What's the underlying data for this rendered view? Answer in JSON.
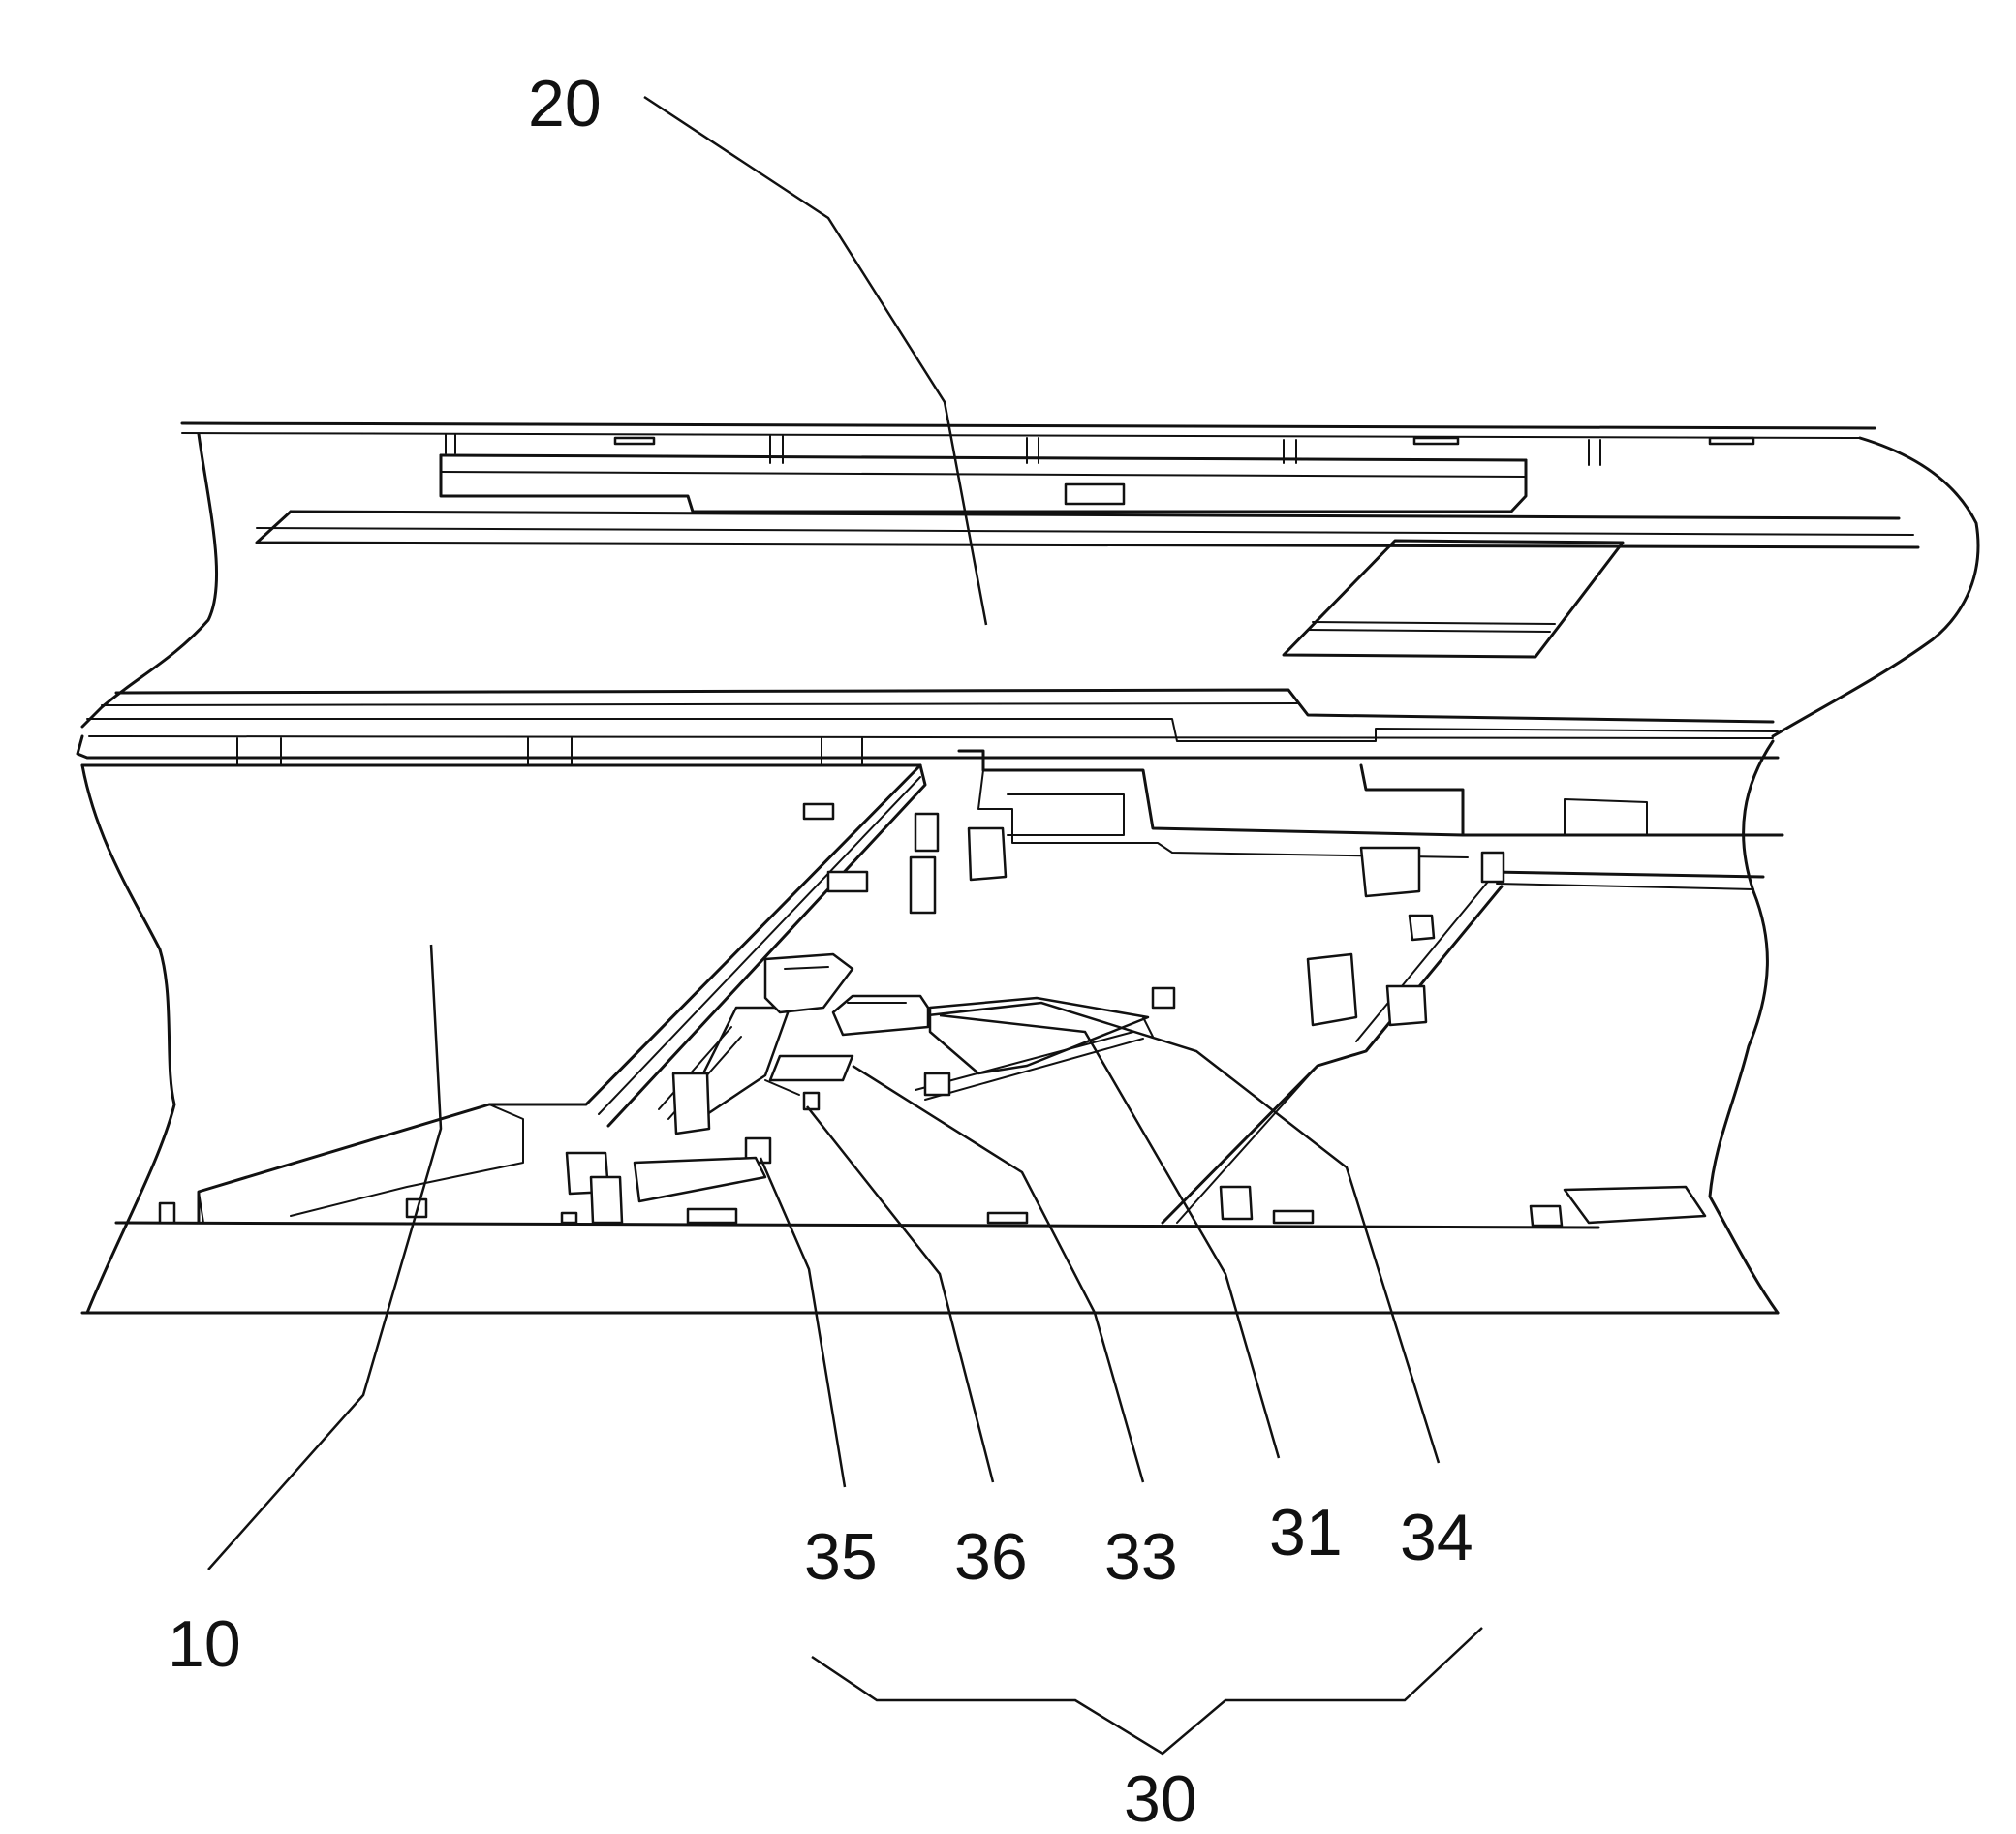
{
  "figure": {
    "labels": {
      "l10": "10",
      "l20": "20",
      "l30": "30",
      "l31": "31",
      "l33": "33",
      "l34": "34",
      "l35": "35",
      "l36": "36"
    }
  }
}
